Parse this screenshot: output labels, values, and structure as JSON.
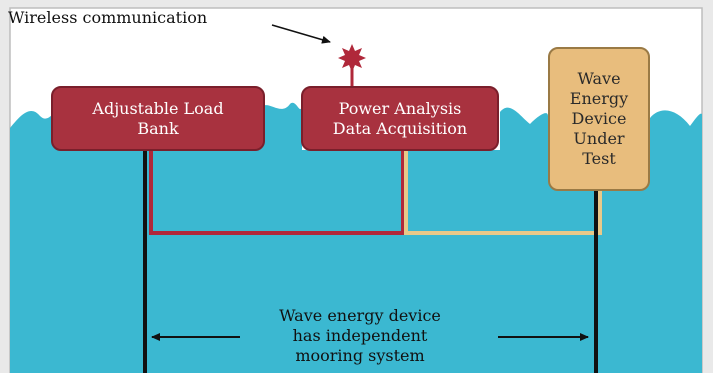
{
  "annotation": {
    "wireless": "Wireless communication"
  },
  "boxes": {
    "load_bank": "Adjustable Load\nBank",
    "power_analysis": "Power Analysis\nData Acquisition",
    "wave_device": "Wave\nEnergy\nDevice\nUnder\nTest"
  },
  "mooring_label": "Wave energy device\nhas independent\nmooring system",
  "colors": {
    "sea": "#3bb8d1",
    "panel_border": "#bdbdbd",
    "box_red": "#a8323f",
    "box_red_border": "#7a1f2b",
    "box_tan": "#e8bd7d",
    "box_tan_border": "#9a7a45",
    "wire_red": "#b0283a",
    "wire_tan": "#e8c98a",
    "mooring_line": "#111111",
    "antenna": "#b0283a"
  },
  "icons": {
    "antenna": "antenna-burst-icon",
    "arrows": "double-arrow-icon"
  }
}
